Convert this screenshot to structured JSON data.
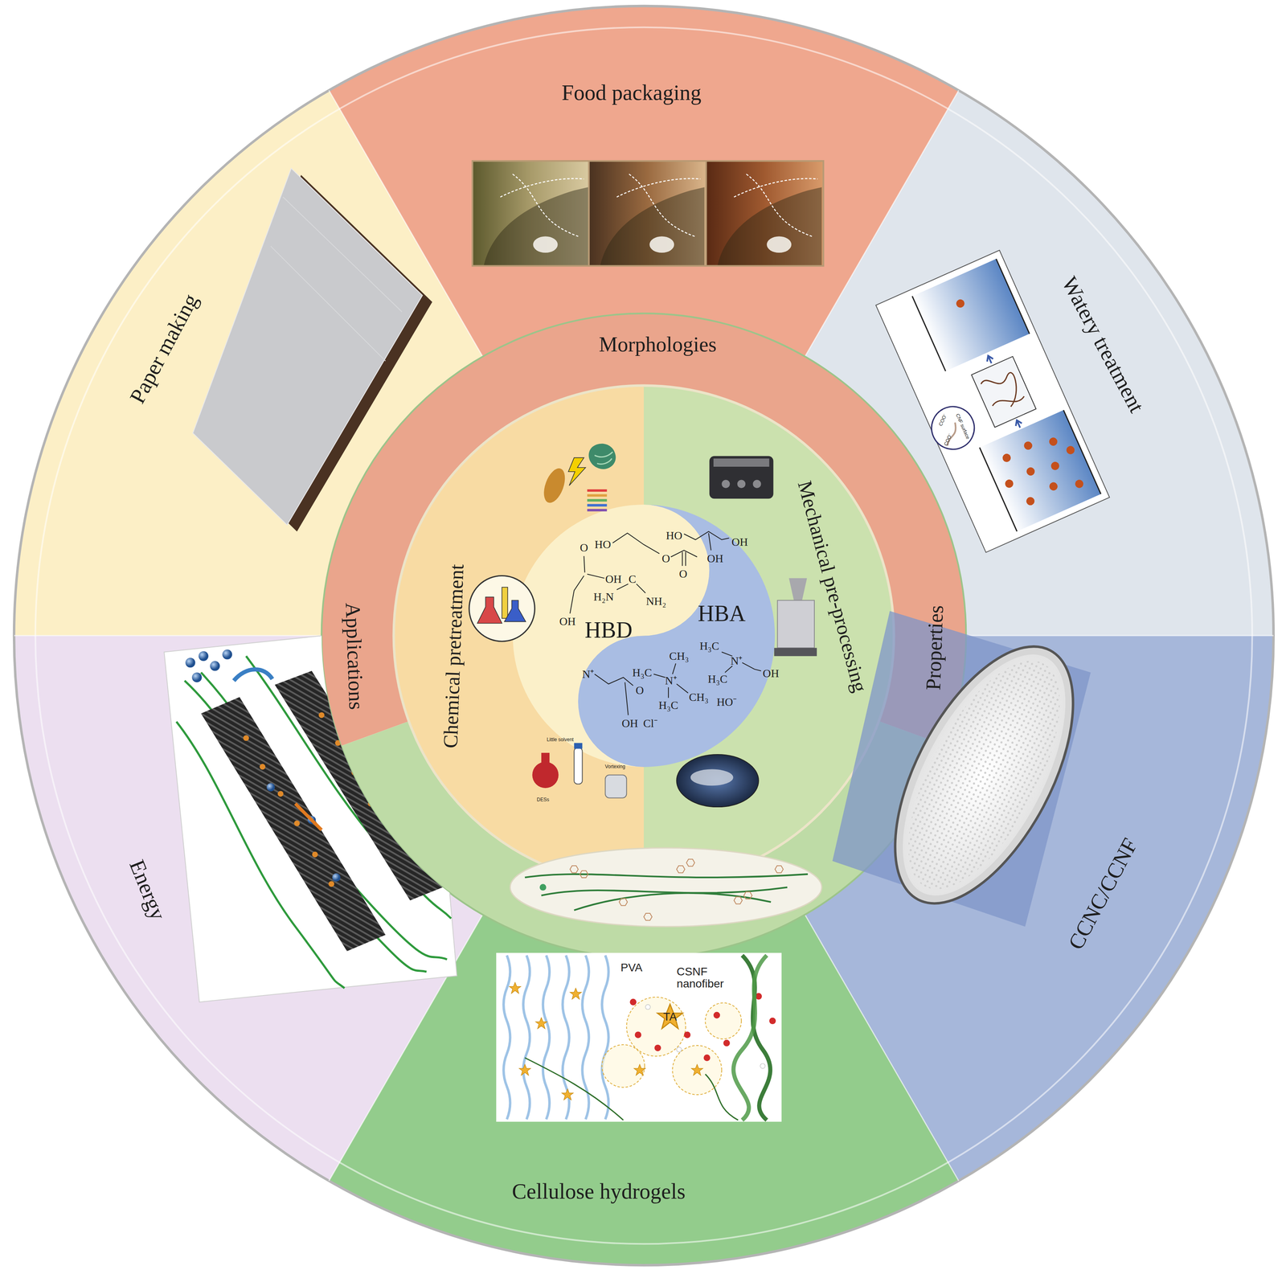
{
  "diagram": {
    "nodes": [
      {
        "text": [
          "Food packaging"
        ]
      },
      {
        "text": [
          "Watery treatment"
        ]
      },
      {
        "text": [
          "CCNC/CCNF"
        ]
      },
      {
        "text": [
          "Cellulose hydrogels"
        ]
      },
      {
        "text": [
          "Energy"
        ]
      },
      {
        "text": [
          "Paper making"
        ]
      },
      {
        "text": [
          "Morphologies",
          "Properties",
          "Applications"
        ]
      },
      {
        "text": [
          "Chemical pretreatment"
        ]
      },
      {
        "text": [
          "Mechanical pre-processing"
        ]
      },
      {
        "text": [
          "HBD"
        ]
      },
      {
        "text": [
          "HBA"
        ]
      }
    ],
    "labels": [
      "HO",
      "HO",
      "OH",
      "OH",
      "O",
      "O",
      "O",
      "OH",
      "C",
      "OH",
      "H₂N",
      "NH₂",
      "N⁺",
      "O",
      "OH",
      "H₃C",
      "CH₃",
      "N⁺",
      "H₃C",
      "CH₃",
      "Cl⁻",
      "H₃C",
      "N⁺",
      "H₃C",
      "OH",
      "HO⁻",
      "COO⁻",
      "COO⁻",
      "CNF surface",
      "Little solvent",
      "DESs",
      "Vortexing",
      "PVA",
      "CSNF nanofiber",
      "TA"
    ]
  }
}
